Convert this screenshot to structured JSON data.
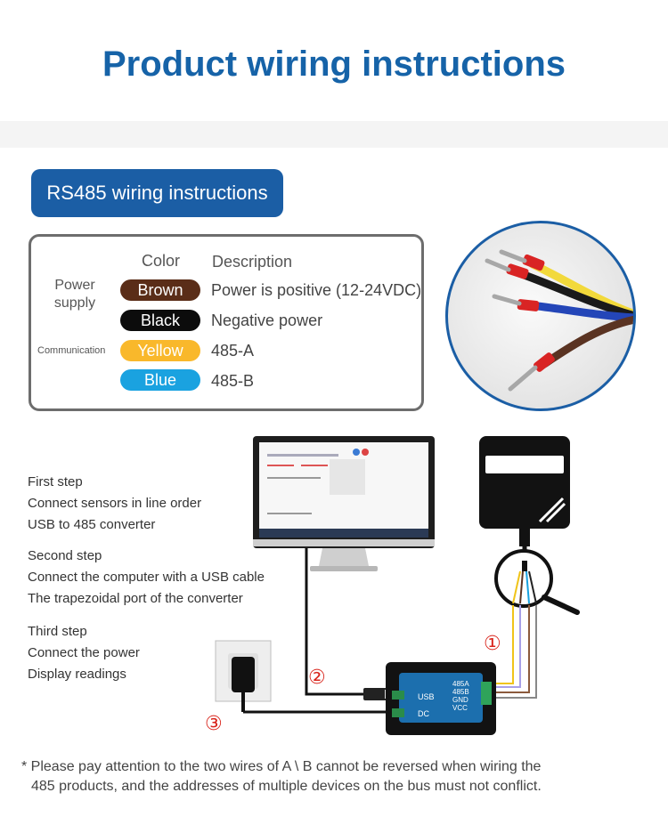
{
  "header": {
    "title": "Product wiring instructions"
  },
  "section": {
    "title": "RS485 wiring instructions"
  },
  "table": {
    "col_color": "Color",
    "col_description": "Description",
    "group_power": "Power supply",
    "group_power_line1": "Power",
    "group_power_line2": "supply",
    "group_communication": "Communication",
    "rows": [
      {
        "color_name": "Brown",
        "hex": "#5a2d18",
        "description": "Power is positive (12-24VDC)"
      },
      {
        "color_name": "Black",
        "hex": "#0c0c0c",
        "description": "Negative power"
      },
      {
        "color_name": "Yellow",
        "hex": "#f9b82b",
        "description": "485-A"
      },
      {
        "color_name": "Blue",
        "hex": "#1aa2e0",
        "description": "485-B"
      }
    ]
  },
  "steps": [
    {
      "title": "First step",
      "lines": [
        "Connect sensors in line order",
        "USB to 485 converter"
      ]
    },
    {
      "title": "Second step",
      "lines": [
        "Connect the computer with a USB cable",
        "The trapezoidal port of the converter"
      ]
    },
    {
      "title": "Third step",
      "lines": [
        "Connect the power",
        "Display readings"
      ]
    }
  ],
  "diagram": {
    "markers": [
      "①",
      "②",
      "③"
    ],
    "converter_labels": {
      "usb": "USB",
      "dc": "DC",
      "a": "485A",
      "b": "485B",
      "gnd": "GND",
      "vcc": "VCC"
    }
  },
  "note": {
    "line1": "* Please pay attention to the two wires of A \\ B cannot be reversed when wiring the",
    "line2": "485 products, and the addresses of multiple devices on the bus must not conflict."
  },
  "colors": {
    "brand_blue": "#1b5ea5",
    "title_blue": "#1663a8",
    "marker_red": "#d9251c"
  }
}
